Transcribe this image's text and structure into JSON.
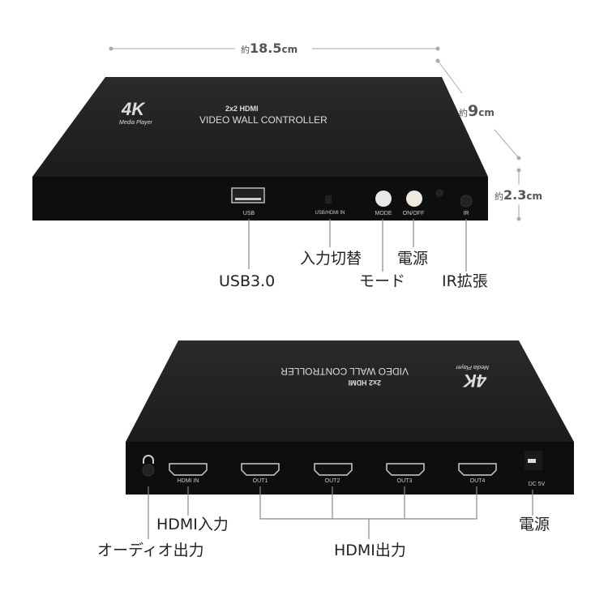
{
  "dimensions": {
    "prefix": "約",
    "width": {
      "value": "18.5",
      "unit": "cm"
    },
    "depth": {
      "value": "9",
      "unit": "cm"
    },
    "height": {
      "value": "2.3",
      "unit": "cm"
    }
  },
  "device": {
    "logo": "4K",
    "logo_sub": "Media Player",
    "brand_line1": "2x2 HDMI",
    "brand_line2": "VIDEO WALL CONTROLLER"
  },
  "front_panel": {
    "ports": [
      "USB",
      "USB/HDMI IN",
      "MODE",
      "ON/OFF",
      "IR"
    ],
    "callouts": {
      "usb": "USB3.0",
      "input_switch": "入力切替",
      "mode": "モード",
      "power": "電源",
      "ir": "IR拡張"
    }
  },
  "rear_panel": {
    "ports": [
      "HDMI IN",
      "OUT1",
      "OUT2",
      "OUT3",
      "OUT4",
      "DC 5V"
    ],
    "callouts": {
      "hdmi_in": "HDMI入力",
      "audio_out": "オーディオ出力",
      "hdmi_out": "HDMI出力",
      "power": "電源"
    }
  }
}
